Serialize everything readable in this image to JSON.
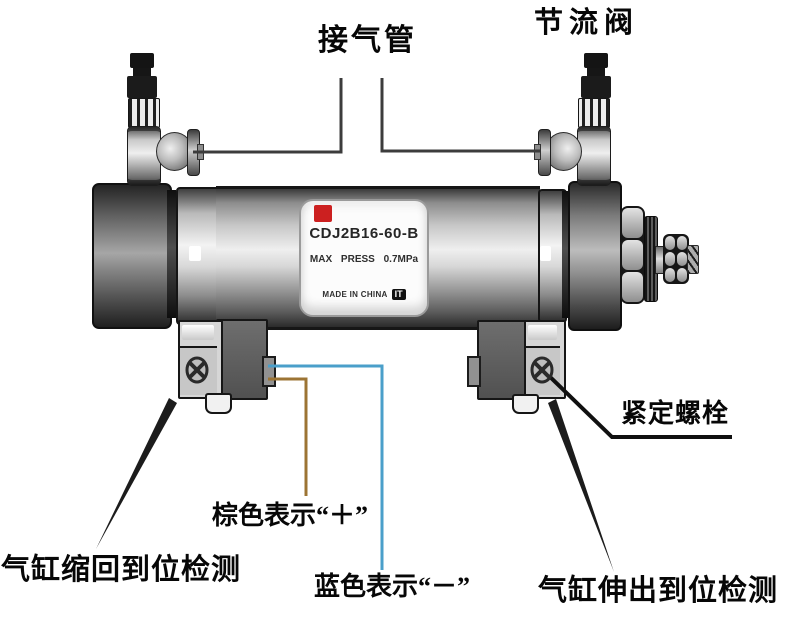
{
  "labels": {
    "air_pipe": "接气管",
    "throttle_valve": "节流阀",
    "set_screw": "紧定螺栓",
    "brown_wire": "棕色表示“＋”",
    "blue_wire": "蓝色表示“－”",
    "retract_sensor": "气缸缩回到位检测",
    "extend_sensor": "气缸伸出到位检测"
  },
  "nameplate": {
    "model": "CDJ2B16-60-B",
    "pressure": "MAX PRESS 0.7MPa",
    "origin": "MADE IN CHINA",
    "logo": "IT"
  },
  "colors": {
    "brown_wire": "#9c7434",
    "blue_wire": "#4a9fca",
    "leader_line": "#3c3c3c",
    "arrow": "#1c1c1c",
    "nameplate_red": "#cc2020"
  }
}
